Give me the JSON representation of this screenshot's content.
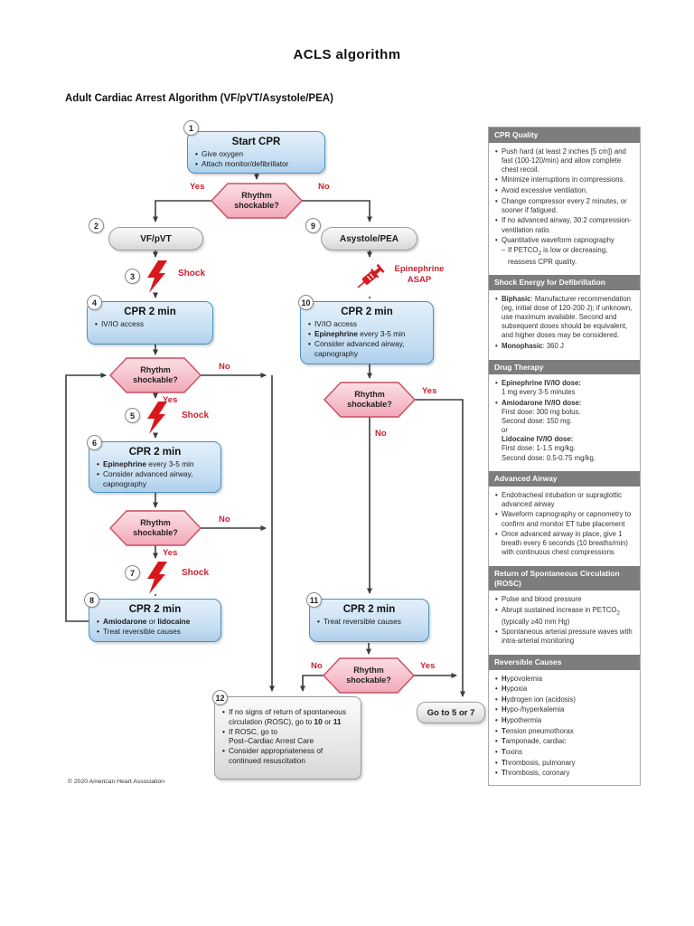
{
  "page": {
    "title": "ACLS algorithm",
    "subtitle": "Adult Cardiac Arrest Algorithm (VF/pVT/Asystole/PEA)",
    "copyright": "© 2020 American Heart Association"
  },
  "labels": {
    "yes": "Yes",
    "no": "No",
    "shock": "Shock",
    "epinephrine_asap": "Epinephrine ASAP",
    "rhythm_shockable": "Rhythm shockable?"
  },
  "colors": {
    "accent_red": "#cf2030",
    "box_blue_fill": "#c4ddf2",
    "box_blue_border": "#4a90c2",
    "decision_pink_fill": "#f5bdc8",
    "decision_pink_border": "#c94d60",
    "gray_fill": "#e3e3e3",
    "sidebar_header_bg": "#7d7d7d"
  },
  "flow": {
    "start": {
      "num": "1",
      "title": "Start CPR",
      "bullets": [
        "Give oxygen",
        "Attach monitor/defibrillator"
      ]
    },
    "vf": {
      "num": "2",
      "label": "VF/pVT"
    },
    "shock3": {
      "num": "3"
    },
    "cpr4": {
      "num": "4",
      "title": "CPR 2 min",
      "bullets": [
        "IV/IO access"
      ]
    },
    "shock5": {
      "num": "5"
    },
    "cpr6": {
      "num": "6",
      "title": "CPR 2 min",
      "bullets": [
        "**Epinephrine** every 3-5 min",
        "Consider advanced airway, capnography"
      ]
    },
    "shock7": {
      "num": "7"
    },
    "cpr8": {
      "num": "8",
      "title": "CPR 2 min",
      "bullets": [
        "**Amiodarone** or **lidocaine**",
        "Treat reversible causes"
      ]
    },
    "asystole": {
      "num": "9",
      "label": "Asystole/PEA"
    },
    "cpr10": {
      "num": "10",
      "title": "CPR 2 min",
      "bullets": [
        "IV/IO access",
        "**Epinephrine** every 3-5 min",
        "Consider advanced airway, capnography"
      ]
    },
    "cpr11": {
      "num": "11",
      "title": "CPR 2 min",
      "bullets": [
        "Treat reversible causes"
      ]
    },
    "box12": {
      "num": "12",
      "bullets": [
        "If no signs of return of spontaneous circulation (ROSC), go to **10** or **11**",
        "If ROSC, go to\nPost–Cardiac Arrest Care",
        "Consider appropriateness of continued resuscitation"
      ]
    },
    "goto": {
      "label": "Go to 5 or 7"
    }
  },
  "sidebar": {
    "sections": [
      {
        "title": "CPR Quality",
        "items": [
          "Push hard (at least 2 inches [5 cm]) and fast (100-120/min) and allow complete chest recoil.",
          "Minimize interruptions in compressions.",
          "Avoid excessive ventilation.",
          "Change compressor every 2 minutes, or sooner if fatigued.",
          "If no advanced airway, 30:2 compression-ventilation ratio.",
          {
            "text": "Quantitative waveform capnography",
            "sub": [
              "If PETCO~2~ is low or decreasing, reassess CPR quality."
            ]
          }
        ]
      },
      {
        "title": "Shock Energy for Defibrillation",
        "items": [
          "**Biphasic**: Manufacturer recommendation (eg, initial dose of 120-200 J); if unknown, use maximum available. Second and subsequent doses should be equivalent, and higher doses may be considered.",
          "**Monophasic**: 360 J"
        ]
      },
      {
        "title": "Drug Therapy",
        "items": [
          "**Epinephrine IV/IO dose:**\n1 mg every 3-5 minutes",
          "**Amiodarone IV/IO dose:**\nFirst dose: 300 mg bolus.\nSecond dose: 150 mg.\n*or*\n**Lidocaine IV/IO dose:**\nFirst dose: 1-1.5 mg/kg.\nSecond dose: 0.5-0.75 mg/kg."
        ]
      },
      {
        "title": "Advanced Airway",
        "items": [
          "Endotracheal intubation or supraglottic advanced airway",
          "Waveform capnography or capnometry to confirm and monitor ET tube placement",
          "Once advanced airway in place, give 1 breath every 6 seconds (10 breaths/min) with continuous chest compressions"
        ]
      },
      {
        "title": "Return of Spontaneous Circulation (ROSC)",
        "items": [
          "Pulse and blood pressure",
          "Abrupt sustained increase in PETCO~2~ (typically ≥40 mm Hg)",
          "Spontaneous arterial pressure waves with intra-arterial monitoring"
        ]
      },
      {
        "title": "Reversible Causes",
        "items": [
          "**H**ypovolemia",
          "**H**ypoxia",
          "**H**ydrogen ion (acidosis)",
          "**H**ypo-/hyperkalemia",
          "**H**ypothermia",
          "**T**ension pneumothorax",
          "**T**amponade, cardiac",
          "**T**oxins",
          "**T**hrombosis, pulmonary",
          "**T**hrombosis, coronary"
        ]
      }
    ]
  }
}
